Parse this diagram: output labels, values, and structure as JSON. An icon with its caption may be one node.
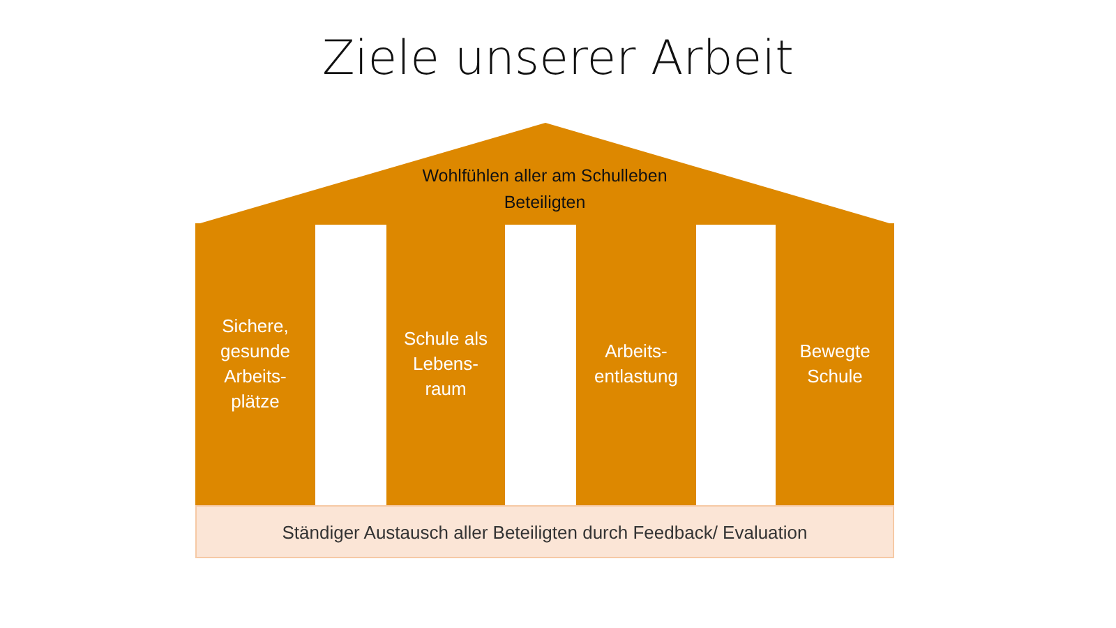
{
  "diagram": {
    "title": "Ziele unserer Arbeit",
    "nodes": [
      {
        "text": [
          "Wohlfühlen aller am Schulleben Beteiligten"
        ]
      },
      {
        "text": [
          "Sichere, gesunde Arbeits-plätze"
        ]
      },
      {
        "text": [
          "Schule als Lebens-raum"
        ]
      },
      {
        "text": [
          "Arbeits-entlastung"
        ]
      },
      {
        "text": [
          "Bewegte Schule"
        ]
      },
      {
        "text": [
          "Ständiger Austausch aller Beteiligten durch Feedback/ Evaluation"
        ]
      }
    ],
    "edges": []
  }
}
